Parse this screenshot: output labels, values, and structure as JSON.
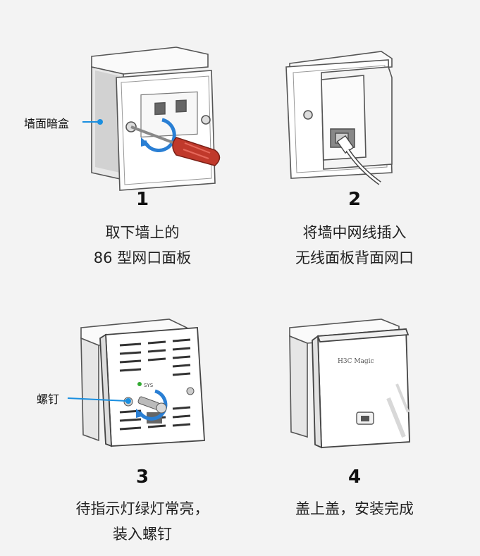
{
  "steps": [
    {
      "number": "1",
      "caption_lines": [
        "取下墙上的",
        "86 型网口面板"
      ],
      "callout": "墙面暗盒"
    },
    {
      "number": "2",
      "caption_lines": [
        "将墙中网线插入",
        "无线面板背面网口"
      ]
    },
    {
      "number": "3",
      "caption_lines": [
        "待指示灯绿灯常亮，",
        "装入螺钉"
      ],
      "callout": "螺钉",
      "panel_label": "SYS"
    },
    {
      "number": "4",
      "caption_lines": [
        "盖上盖，安装完成"
      ],
      "brand": "H3C Magic"
    }
  ],
  "colors": {
    "callout_line": "#1a8fe0",
    "screwdriver_handle": "#c0392b",
    "arrow": "#2a7fd4"
  }
}
